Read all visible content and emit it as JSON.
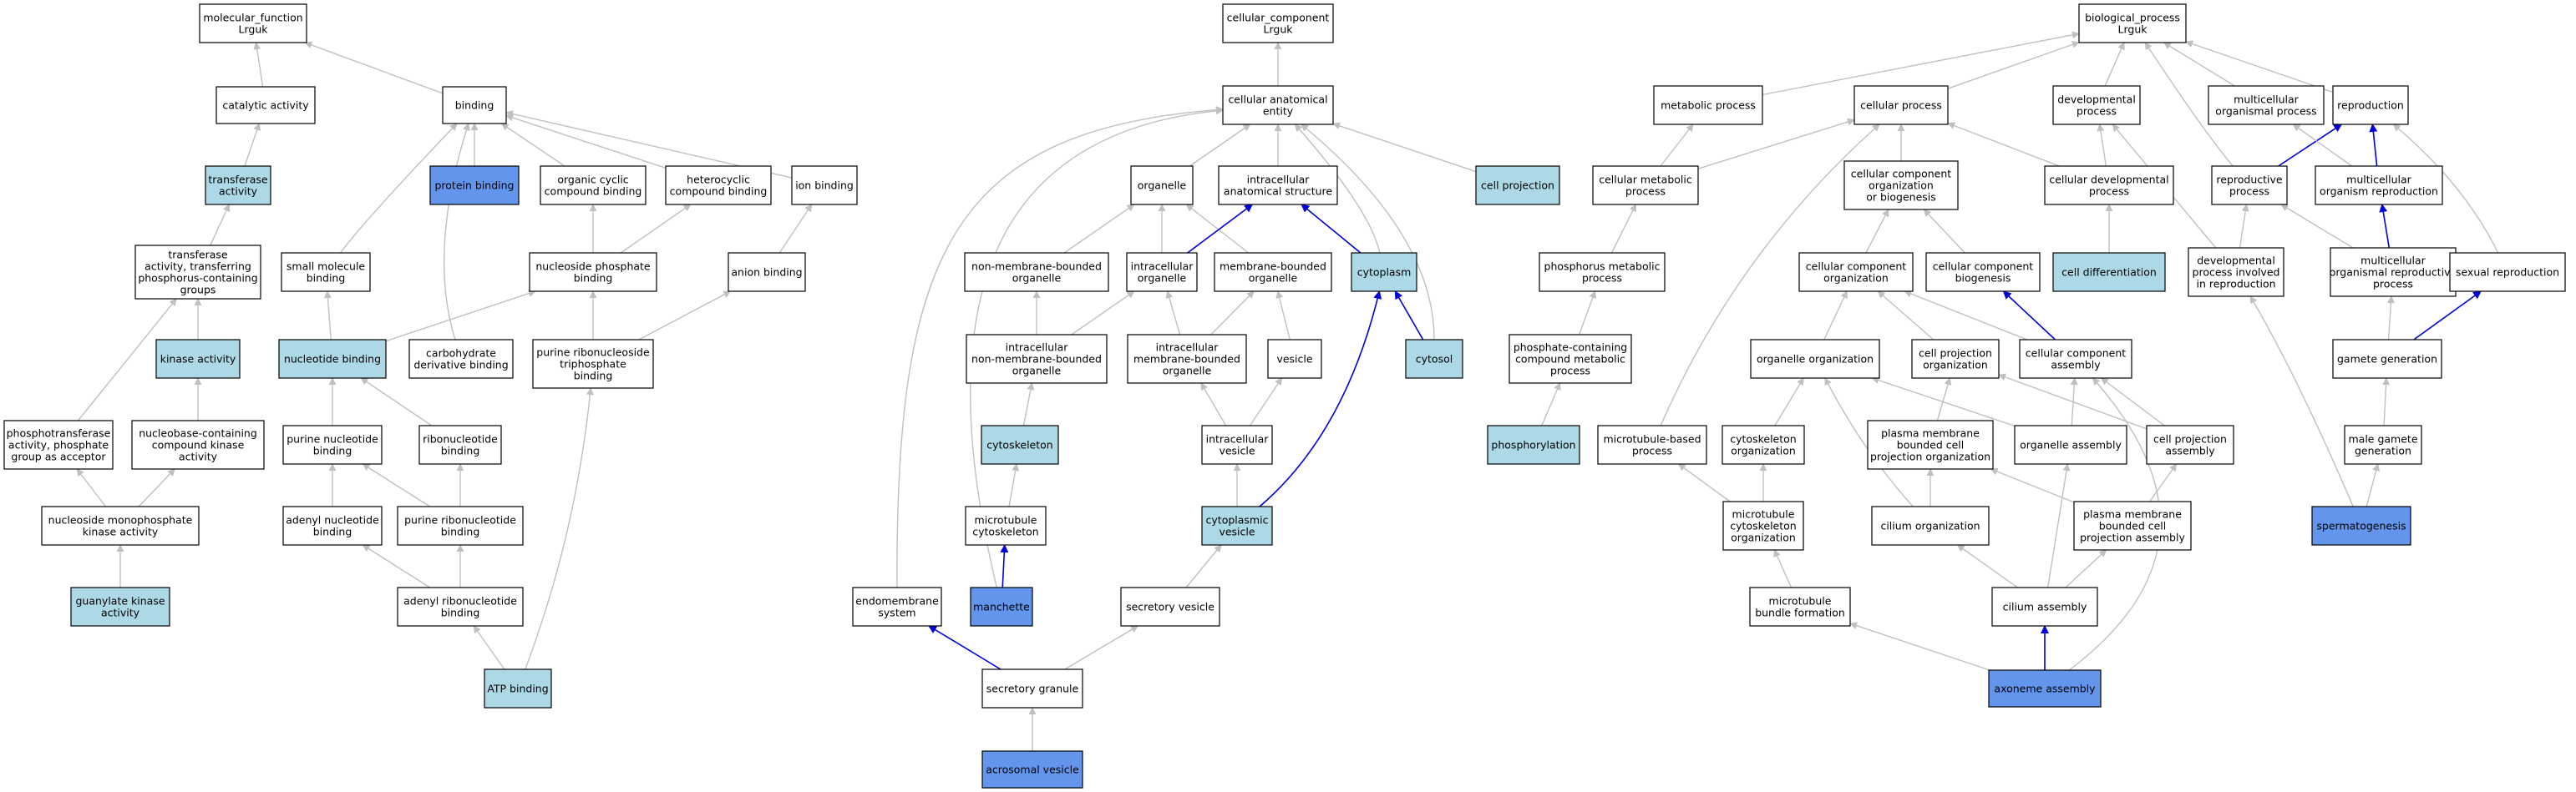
{
  "colors": {
    "plain": "#ffffff",
    "light": "#add8e6",
    "dark": "#6495ed",
    "edge_gray": "#c0c0c0",
    "edge_blue": "#0000dd"
  },
  "nodes": [
    {
      "id": "mf",
      "lines": [
        "molecular_function",
        "Lrguk"
      ],
      "fill": "plain"
    },
    {
      "id": "catalytic",
      "lines": [
        "catalytic activity"
      ],
      "fill": "plain"
    },
    {
      "id": "binding",
      "lines": [
        "binding"
      ],
      "fill": "plain"
    },
    {
      "id": "transferase",
      "lines": [
        "transferase",
        "activity"
      ],
      "fill": "light"
    },
    {
      "id": "protein_binding",
      "lines": [
        "protein binding"
      ],
      "fill": "dark"
    },
    {
      "id": "org_cyclic",
      "lines": [
        "organic cyclic",
        "compound binding"
      ],
      "fill": "plain"
    },
    {
      "id": "heterocyclic",
      "lines": [
        "heterocyclic",
        "compound binding"
      ],
      "fill": "plain"
    },
    {
      "id": "ion_binding",
      "lines": [
        "ion binding"
      ],
      "fill": "plain"
    },
    {
      "id": "transferase_p",
      "lines": [
        "transferase",
        "activity, transferring",
        "phosphorus-containing",
        "groups"
      ],
      "fill": "plain"
    },
    {
      "id": "small_mol",
      "lines": [
        "small molecule",
        "binding"
      ],
      "fill": "plain"
    },
    {
      "id": "nucl_phos",
      "lines": [
        "nucleoside phosphate",
        "binding"
      ],
      "fill": "plain"
    },
    {
      "id": "anion",
      "lines": [
        "anion binding"
      ],
      "fill": "plain"
    },
    {
      "id": "kinase",
      "lines": [
        "kinase activity"
      ],
      "fill": "light"
    },
    {
      "id": "nucleotide_b",
      "lines": [
        "nucleotide binding"
      ],
      "fill": "light"
    },
    {
      "id": "carbohydrate",
      "lines": [
        "carbohydrate",
        "derivative binding"
      ],
      "fill": "plain"
    },
    {
      "id": "prnt",
      "lines": [
        "purine ribonucleoside",
        "triphosphate",
        "binding"
      ],
      "fill": "plain"
    },
    {
      "id": "phosphotrans",
      "lines": [
        "phosphotransferase",
        "activity, phosphate",
        "group as acceptor"
      ],
      "fill": "plain"
    },
    {
      "id": "nucleobase",
      "lines": [
        "nucleobase-containing",
        "compound kinase",
        "activity"
      ],
      "fill": "plain"
    },
    {
      "id": "purine_nt",
      "lines": [
        "purine nucleotide",
        "binding"
      ],
      "fill": "plain"
    },
    {
      "id": "ribonucleotide",
      "lines": [
        "ribonucleotide",
        "binding"
      ],
      "fill": "plain"
    },
    {
      "id": "nmk",
      "lines": [
        "nucleoside monophosphate",
        "kinase activity"
      ],
      "fill": "plain"
    },
    {
      "id": "adenyl_nt",
      "lines": [
        "adenyl nucleotide",
        "binding"
      ],
      "fill": "plain"
    },
    {
      "id": "purine_rnt",
      "lines": [
        "purine ribonucleotide",
        "binding"
      ],
      "fill": "plain"
    },
    {
      "id": "guanylate",
      "lines": [
        "guanylate kinase",
        "activity"
      ],
      "fill": "light"
    },
    {
      "id": "adenyl_rnt",
      "lines": [
        "adenyl ribonucleotide",
        "binding"
      ],
      "fill": "plain"
    },
    {
      "id": "atp",
      "lines": [
        "ATP binding"
      ],
      "fill": "light"
    },
    {
      "id": "cc",
      "lines": [
        "cellular_component",
        "Lrguk"
      ],
      "fill": "plain"
    },
    {
      "id": "cae",
      "lines": [
        "cellular anatomical",
        "entity"
      ],
      "fill": "plain"
    },
    {
      "id": "organelle",
      "lines": [
        "organelle"
      ],
      "fill": "plain"
    },
    {
      "id": "ias",
      "lines": [
        "intracellular",
        "anatomical structure"
      ],
      "fill": "plain"
    },
    {
      "id": "cell_proj",
      "lines": [
        "cell projection"
      ],
      "fill": "light"
    },
    {
      "id": "nmbo",
      "lines": [
        "non-membrane-bounded",
        "organelle"
      ],
      "fill": "plain"
    },
    {
      "id": "intra_org",
      "lines": [
        "intracellular",
        "organelle"
      ],
      "fill": "plain"
    },
    {
      "id": "mbo",
      "lines": [
        "membrane-bounded",
        "organelle"
      ],
      "fill": "plain"
    },
    {
      "id": "cytoplasm",
      "lines": [
        "cytoplasm"
      ],
      "fill": "light"
    },
    {
      "id": "inmbo",
      "lines": [
        "intracellular",
        "non-membrane-bounded",
        "organelle"
      ],
      "fill": "plain"
    },
    {
      "id": "imbo",
      "lines": [
        "intracellular",
        "membrane-bounded",
        "organelle"
      ],
      "fill": "plain"
    },
    {
      "id": "vesicle",
      "lines": [
        "vesicle"
      ],
      "fill": "plain"
    },
    {
      "id": "cytosol",
      "lines": [
        "cytosol"
      ],
      "fill": "light"
    },
    {
      "id": "cytoskeleton",
      "lines": [
        "cytoskeleton"
      ],
      "fill": "light"
    },
    {
      "id": "intra_ves",
      "lines": [
        "intracellular",
        "vesicle"
      ],
      "fill": "plain"
    },
    {
      "id": "mt_cytosk",
      "lines": [
        "microtubule",
        "cytoskeleton"
      ],
      "fill": "plain"
    },
    {
      "id": "cyto_ves",
      "lines": [
        "cytoplasmic",
        "vesicle"
      ],
      "fill": "light"
    },
    {
      "id": "endomem",
      "lines": [
        "endomembrane",
        "system"
      ],
      "fill": "plain"
    },
    {
      "id": "manchette",
      "lines": [
        "manchette"
      ],
      "fill": "dark"
    },
    {
      "id": "sec_ves",
      "lines": [
        "secretory vesicle"
      ],
      "fill": "plain"
    },
    {
      "id": "sec_gran",
      "lines": [
        "secretory granule"
      ],
      "fill": "plain"
    },
    {
      "id": "acrosomal",
      "lines": [
        "acrosomal vesicle"
      ],
      "fill": "dark"
    },
    {
      "id": "bp",
      "lines": [
        "biological_process",
        "Lrguk"
      ],
      "fill": "plain"
    },
    {
      "id": "metabolic",
      "lines": [
        "metabolic process"
      ],
      "fill": "plain"
    },
    {
      "id": "cellular_p",
      "lines": [
        "cellular process"
      ],
      "fill": "plain"
    },
    {
      "id": "developmental",
      "lines": [
        "developmental",
        "process"
      ],
      "fill": "plain"
    },
    {
      "id": "multicell_op",
      "lines": [
        "multicellular",
        "organismal process"
      ],
      "fill": "plain"
    },
    {
      "id": "reproduction",
      "lines": [
        "reproduction"
      ],
      "fill": "plain"
    },
    {
      "id": "cell_metab",
      "lines": [
        "cellular metabolic",
        "process"
      ],
      "fill": "plain"
    },
    {
      "id": "ccob",
      "lines": [
        "cellular component",
        "organization",
        "or biogenesis"
      ],
      "fill": "plain"
    },
    {
      "id": "cell_dev",
      "lines": [
        "cellular developmental",
        "process"
      ],
      "fill": "plain"
    },
    {
      "id": "repro_proc",
      "lines": [
        "reproductive",
        "process"
      ],
      "fill": "plain"
    },
    {
      "id": "mor",
      "lines": [
        "multicellular",
        "organism reproduction"
      ],
      "fill": "plain"
    },
    {
      "id": "phosphorus_mp",
      "lines": [
        "phosphorus metabolic",
        "process"
      ],
      "fill": "plain"
    },
    {
      "id": "cco",
      "lines": [
        "cellular component",
        "organization"
      ],
      "fill": "plain"
    },
    {
      "id": "ccb",
      "lines": [
        "cellular component",
        "biogenesis"
      ],
      "fill": "plain"
    },
    {
      "id": "cell_diff",
      "lines": [
        "cell differentiation"
      ],
      "fill": "light"
    },
    {
      "id": "dev_repro",
      "lines": [
        "developmental",
        "process involved",
        "in reproduction"
      ],
      "fill": "plain"
    },
    {
      "id": "morp",
      "lines": [
        "multicellular",
        "organismal reproductive",
        "process"
      ],
      "fill": "plain"
    },
    {
      "id": "sexual",
      "lines": [
        "sexual reproduction"
      ],
      "fill": "plain"
    },
    {
      "id": "pccmp",
      "lines": [
        "phosphate-containing",
        "compound metabolic",
        "process"
      ],
      "fill": "plain"
    },
    {
      "id": "org_org",
      "lines": [
        "organelle organization"
      ],
      "fill": "plain"
    },
    {
      "id": "cpo",
      "lines": [
        "cell projection",
        "organization"
      ],
      "fill": "plain"
    },
    {
      "id": "cca",
      "lines": [
        "cellular component",
        "assembly"
      ],
      "fill": "plain"
    },
    {
      "id": "gamete",
      "lines": [
        "gamete generation"
      ],
      "fill": "plain"
    },
    {
      "id": "phosphorylation",
      "lines": [
        "phosphorylation"
      ],
      "fill": "light"
    },
    {
      "id": "mtbp",
      "lines": [
        "microtubule-based",
        "process"
      ],
      "fill": "plain"
    },
    {
      "id": "cytosk_org",
      "lines": [
        "cytoskeleton",
        "organization"
      ],
      "fill": "plain"
    },
    {
      "id": "pmbcpo",
      "lines": [
        "plasma membrane",
        "bounded cell",
        "projection organization"
      ],
      "fill": "plain"
    },
    {
      "id": "org_asm",
      "lines": [
        "organelle assembly"
      ],
      "fill": "plain"
    },
    {
      "id": "cpa",
      "lines": [
        "cell projection",
        "assembly"
      ],
      "fill": "plain"
    },
    {
      "id": "male_gamete",
      "lines": [
        "male gamete",
        "generation"
      ],
      "fill": "plain"
    },
    {
      "id": "mtco",
      "lines": [
        "microtubule",
        "cytoskeleton",
        "organization"
      ],
      "fill": "plain"
    },
    {
      "id": "cilium_org",
      "lines": [
        "cilium organization"
      ],
      "fill": "plain"
    },
    {
      "id": "pmbcpa",
      "lines": [
        "plasma membrane",
        "bounded cell",
        "projection assembly"
      ],
      "fill": "plain"
    },
    {
      "id": "spermatogenesis",
      "lines": [
        "spermatogenesis"
      ],
      "fill": "dark"
    },
    {
      "id": "mt_bundle",
      "lines": [
        "microtubule",
        "bundle formation"
      ],
      "fill": "plain"
    },
    {
      "id": "cilium_asm",
      "lines": [
        "cilium assembly"
      ],
      "fill": "plain"
    },
    {
      "id": "axoneme",
      "lines": [
        "axoneme assembly"
      ],
      "fill": "dark"
    }
  ],
  "edges": [
    [
      "catalytic",
      "mf",
      "gray"
    ],
    [
      "binding",
      "mf",
      "gray"
    ],
    [
      "transferase",
      "catalytic",
      "gray"
    ],
    [
      "protein_binding",
      "binding",
      "gray"
    ],
    [
      "org_cyclic",
      "binding",
      "gray"
    ],
    [
      "heterocyclic",
      "binding",
      "gray"
    ],
    [
      "ion_binding",
      "binding",
      "gray"
    ],
    [
      "small_mol",
      "binding",
      "gray"
    ],
    [
      "carbohydrate",
      "binding",
      "gray"
    ],
    [
      "transferase_p",
      "transferase",
      "gray"
    ],
    [
      "nucl_phos",
      "org_cyclic",
      "gray"
    ],
    [
      "nucl_phos",
      "heterocyclic",
      "gray"
    ],
    [
      "anion",
      "ion_binding",
      "gray"
    ],
    [
      "kinase",
      "transferase_p",
      "gray"
    ],
    [
      "phosphotrans",
      "transferase_p",
      "gray"
    ],
    [
      "nucleotide_b",
      "small_mol",
      "gray"
    ],
    [
      "nucleotide_b",
      "nucl_phos",
      "gray"
    ],
    [
      "prnt",
      "nucl_phos",
      "gray"
    ],
    [
      "prnt",
      "anion",
      "gray"
    ],
    [
      "nucleobase",
      "kinase",
      "gray"
    ],
    [
      "purine_nt",
      "nucleotide_b",
      "gray"
    ],
    [
      "ribonucleotide",
      "nucleotide_b",
      "gray"
    ],
    [
      "nmk",
      "phosphotrans",
      "gray"
    ],
    [
      "nmk",
      "nucleobase",
      "gray"
    ],
    [
      "adenyl_nt",
      "purine_nt",
      "gray"
    ],
    [
      "purine_rnt",
      "purine_nt",
      "gray"
    ],
    [
      "purine_rnt",
      "ribonucleotide",
      "gray"
    ],
    [
      "guanylate",
      "nmk",
      "gray"
    ],
    [
      "adenyl_rnt",
      "adenyl_nt",
      "gray"
    ],
    [
      "adenyl_rnt",
      "purine_rnt",
      "gray"
    ],
    [
      "atp",
      "adenyl_rnt",
      "gray"
    ],
    [
      "atp",
      "prnt",
      "gray"
    ],
    [
      "cae",
      "cc",
      "gray"
    ],
    [
      "organelle",
      "cae",
      "gray"
    ],
    [
      "ias",
      "cae",
      "gray"
    ],
    [
      "cell_proj",
      "cae",
      "gray"
    ],
    [
      "cytoplasm",
      "cae",
      "gray"
    ],
    [
      "cytosol",
      "cae",
      "gray"
    ],
    [
      "endomem",
      "cae",
      "gray"
    ],
    [
      "manchette",
      "cae",
      "gray"
    ],
    [
      "nmbo",
      "organelle",
      "gray"
    ],
    [
      "intra_org",
      "organelle",
      "gray"
    ],
    [
      "mbo",
      "organelle",
      "gray"
    ],
    [
      "intra_org",
      "ias",
      "blue"
    ],
    [
      "cytoplasm",
      "ias",
      "blue"
    ],
    [
      "inmbo",
      "nmbo",
      "gray"
    ],
    [
      "inmbo",
      "intra_org",
      "gray"
    ],
    [
      "imbo",
      "intra_org",
      "gray"
    ],
    [
      "imbo",
      "mbo",
      "gray"
    ],
    [
      "vesicle",
      "mbo",
      "gray"
    ],
    [
      "cytosol",
      "cytoplasm",
      "blue"
    ],
    [
      "cytoskeleton",
      "inmbo",
      "gray"
    ],
    [
      "intra_ves",
      "imbo",
      "gray"
    ],
    [
      "intra_ves",
      "vesicle",
      "gray"
    ],
    [
      "mt_cytosk",
      "cytoskeleton",
      "gray"
    ],
    [
      "cyto_ves",
      "intra_ves",
      "gray"
    ],
    [
      "cyto_ves",
      "cytoplasm",
      "blue"
    ],
    [
      "manchette",
      "mt_cytosk",
      "blue"
    ],
    [
      "sec_ves",
      "cyto_ves",
      "gray"
    ],
    [
      "sec_gran",
      "sec_ves",
      "gray"
    ],
    [
      "sec_gran",
      "endomem",
      "blue"
    ],
    [
      "acrosomal",
      "sec_gran",
      "gray"
    ],
    [
      "metabolic",
      "bp",
      "gray"
    ],
    [
      "cellular_p",
      "bp",
      "gray"
    ],
    [
      "developmental",
      "bp",
      "gray"
    ],
    [
      "multicell_op",
      "bp",
      "gray"
    ],
    [
      "reproduction",
      "bp",
      "gray"
    ],
    [
      "repro_proc",
      "bp",
      "gray"
    ],
    [
      "cell_metab",
      "metabolic",
      "gray"
    ],
    [
      "cell_metab",
      "cellular_p",
      "gray"
    ],
    [
      "ccob",
      "cellular_p",
      "gray"
    ],
    [
      "cell_dev",
      "cellular_p",
      "gray"
    ],
    [
      "cell_dev",
      "developmental",
      "gray"
    ],
    [
      "mtbp",
      "cellular_p",
      "gray"
    ],
    [
      "repro_proc",
      "reproduction",
      "blue"
    ],
    [
      "mor",
      "reproduction",
      "blue"
    ],
    [
      "mor",
      "multicell_op",
      "gray"
    ],
    [
      "sexual",
      "reproduction",
      "gray"
    ],
    [
      "phosphorus_mp",
      "cell_metab",
      "gray"
    ],
    [
      "cco",
      "ccob",
      "gray"
    ],
    [
      "ccb",
      "ccob",
      "gray"
    ],
    [
      "cell_diff",
      "cell_dev",
      "gray"
    ],
    [
      "dev_repro",
      "developmental",
      "gray"
    ],
    [
      "dev_repro",
      "repro_proc",
      "gray"
    ],
    [
      "morp",
      "repro_proc",
      "gray"
    ],
    [
      "morp",
      "mor",
      "blue"
    ],
    [
      "pccmp",
      "phosphorus_mp",
      "gray"
    ],
    [
      "org_org",
      "cco",
      "gray"
    ],
    [
      "cpo",
      "cco",
      "gray"
    ],
    [
      "cca",
      "cco",
      "gray"
    ],
    [
      "cca",
      "ccb",
      "blue"
    ],
    [
      "gamete",
      "morp",
      "gray"
    ],
    [
      "gamete",
      "sexual",
      "blue"
    ],
    [
      "phosphorylation",
      "pccmp",
      "gray"
    ],
    [
      "cytosk_org",
      "org_org",
      "gray"
    ],
    [
      "pmbcpo",
      "cpo",
      "gray"
    ],
    [
      "org_asm",
      "org_org",
      "gray"
    ],
    [
      "org_asm",
      "cca",
      "gray"
    ],
    [
      "cpa",
      "cpo",
      "gray"
    ],
    [
      "cpa",
      "cca",
      "gray"
    ],
    [
      "male_gamete",
      "gamete",
      "gray"
    ],
    [
      "mtco",
      "mtbp",
      "gray"
    ],
    [
      "mtco",
      "cytosk_org",
      "gray"
    ],
    [
      "cilium_org",
      "org_org",
      "gray"
    ],
    [
      "cilium_org",
      "pmbcpo",
      "gray"
    ],
    [
      "pmbcpa",
      "pmbcpo",
      "gray"
    ],
    [
      "pmbcpa",
      "cpa",
      "gray"
    ],
    [
      "spermatogenesis",
      "male_gamete",
      "gray"
    ],
    [
      "spermatogenesis",
      "dev_repro",
      "gray"
    ],
    [
      "mt_bundle",
      "mtco",
      "gray"
    ],
    [
      "cilium_asm",
      "cilium_org",
      "gray"
    ],
    [
      "cilium_asm",
      "org_asm",
      "gray"
    ],
    [
      "cilium_asm",
      "pmbcpa",
      "gray"
    ],
    [
      "axoneme",
      "mt_bundle",
      "gray"
    ],
    [
      "axoneme",
      "cilium_asm",
      "blue"
    ],
    [
      "axoneme",
      "cca",
      "gray"
    ]
  ]
}
